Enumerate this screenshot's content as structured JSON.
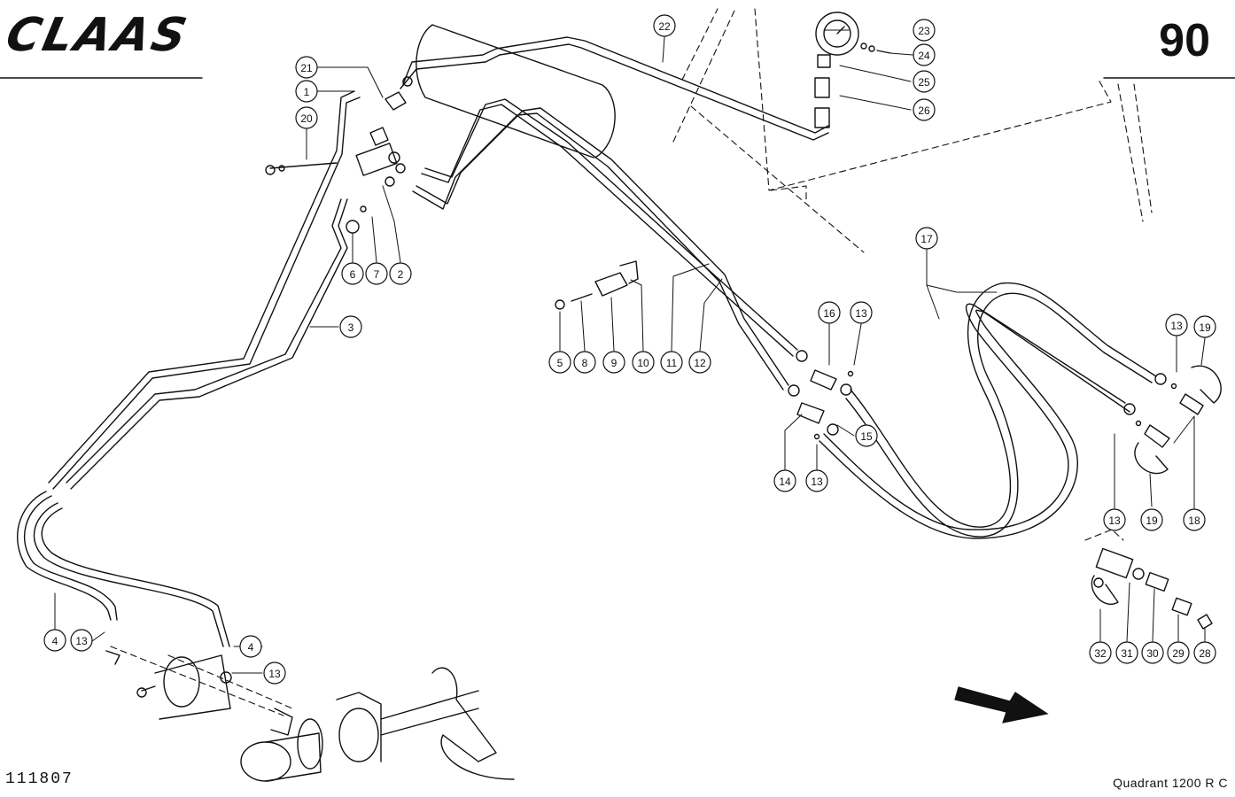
{
  "header": {
    "brand": "CLAAS",
    "page_number": "90"
  },
  "footer": {
    "reference_number": "111807",
    "model": "Quadrant  1200 R C"
  },
  "callouts": [
    {
      "label": "21"
    },
    {
      "label": "1"
    },
    {
      "label": "20"
    },
    {
      "label": "22"
    },
    {
      "label": "23"
    },
    {
      "label": "24"
    },
    {
      "label": "25"
    },
    {
      "label": "26"
    },
    {
      "label": "6"
    },
    {
      "label": "7"
    },
    {
      "label": "2"
    },
    {
      "label": "3"
    },
    {
      "label": "5"
    },
    {
      "label": "8"
    },
    {
      "label": "9"
    },
    {
      "label": "10"
    },
    {
      "label": "11"
    },
    {
      "label": "12"
    },
    {
      "label": "16"
    },
    {
      "label": "13"
    },
    {
      "label": "17"
    },
    {
      "label": "13"
    },
    {
      "label": "19"
    },
    {
      "label": "15"
    },
    {
      "label": "14"
    },
    {
      "label": "13"
    },
    {
      "label": "13"
    },
    {
      "label": "19"
    },
    {
      "label": "18"
    },
    {
      "label": "4"
    },
    {
      "label": "13"
    },
    {
      "label": "4"
    },
    {
      "label": "13"
    },
    {
      "label": "32"
    },
    {
      "label": "31"
    },
    {
      "label": "30"
    },
    {
      "label": "29"
    },
    {
      "label": "28"
    }
  ],
  "direction_arrow": "forward-arrow"
}
